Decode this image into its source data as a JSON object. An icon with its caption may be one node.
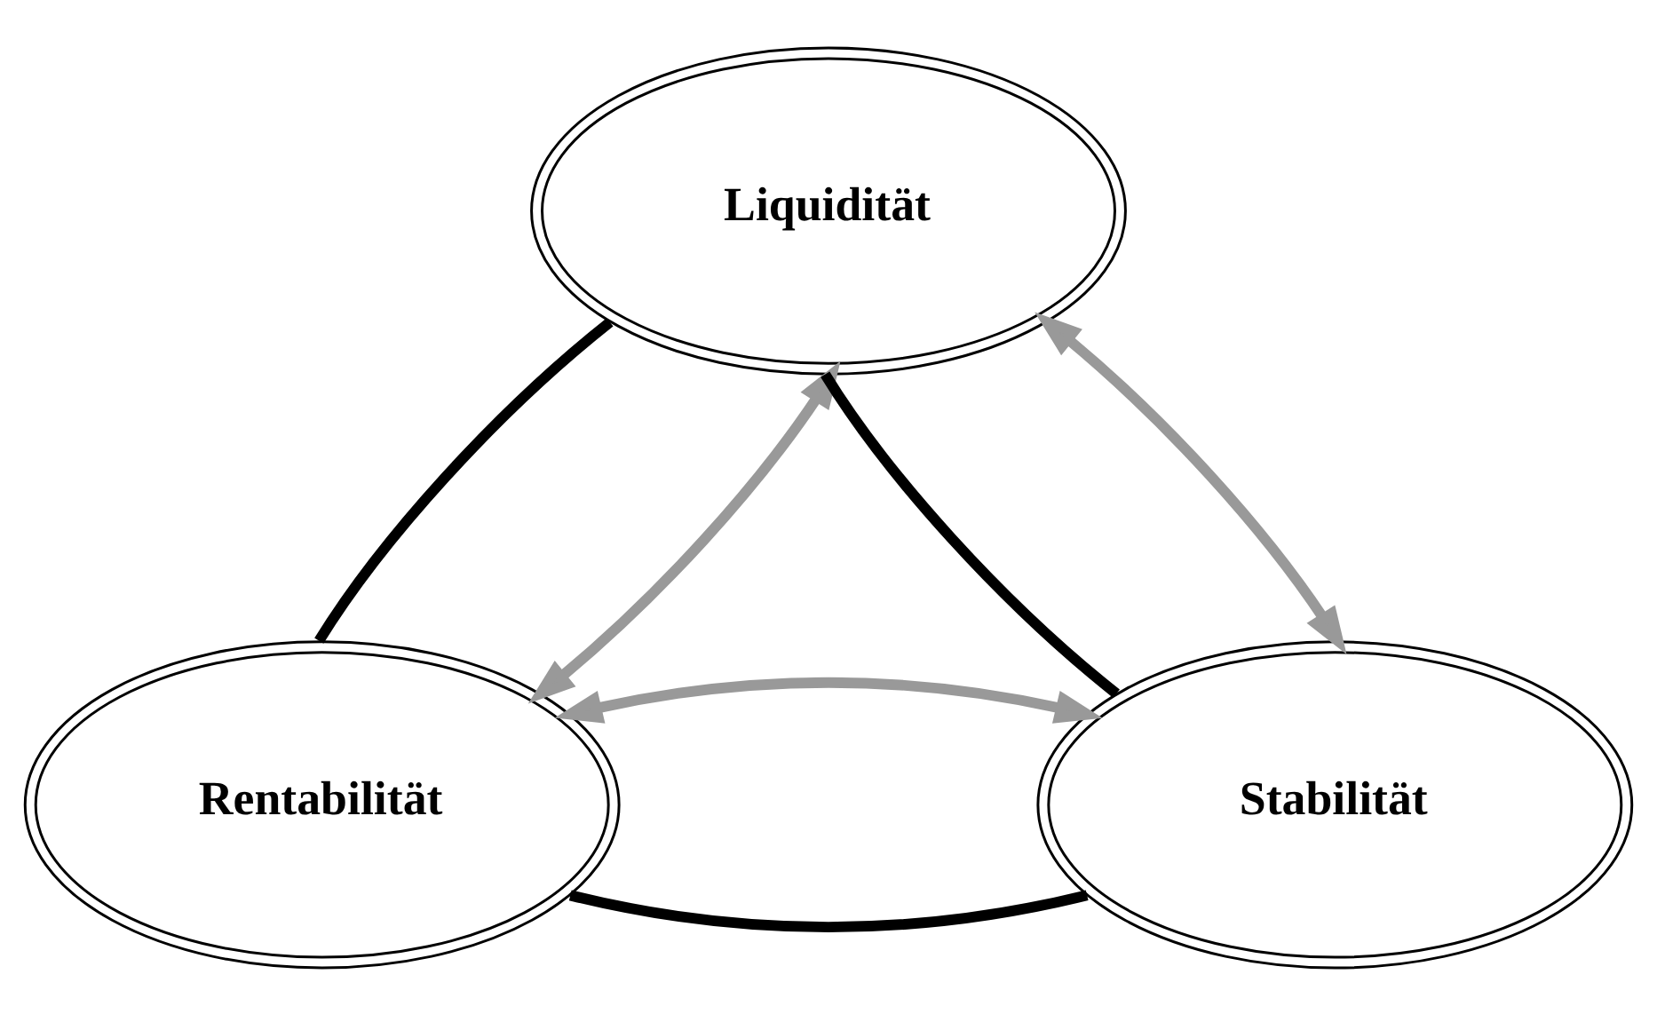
{
  "diagram": {
    "nodes": [
      {
        "text": [
          "Liquidität"
        ]
      },
      {
        "text": [
          "Rentabilität"
        ]
      },
      {
        "text": [
          "Stabilität"
        ]
      }
    ],
    "edges": [
      {
        "from": 0,
        "to": 1,
        "arrow": "none",
        "color": "#000000"
      },
      {
        "from": 0,
        "to": 2,
        "arrow": "none",
        "color": "#000000"
      },
      {
        "from": 1,
        "to": 2,
        "arrow": "none",
        "color": "#000000"
      },
      {
        "from": 0,
        "to": 1,
        "arrow": "both",
        "color": "#999999"
      },
      {
        "from": 0,
        "to": 2,
        "arrow": "both",
        "color": "#999999"
      },
      {
        "from": 1,
        "to": 2,
        "arrow": "both",
        "color": "#999999"
      }
    ]
  }
}
